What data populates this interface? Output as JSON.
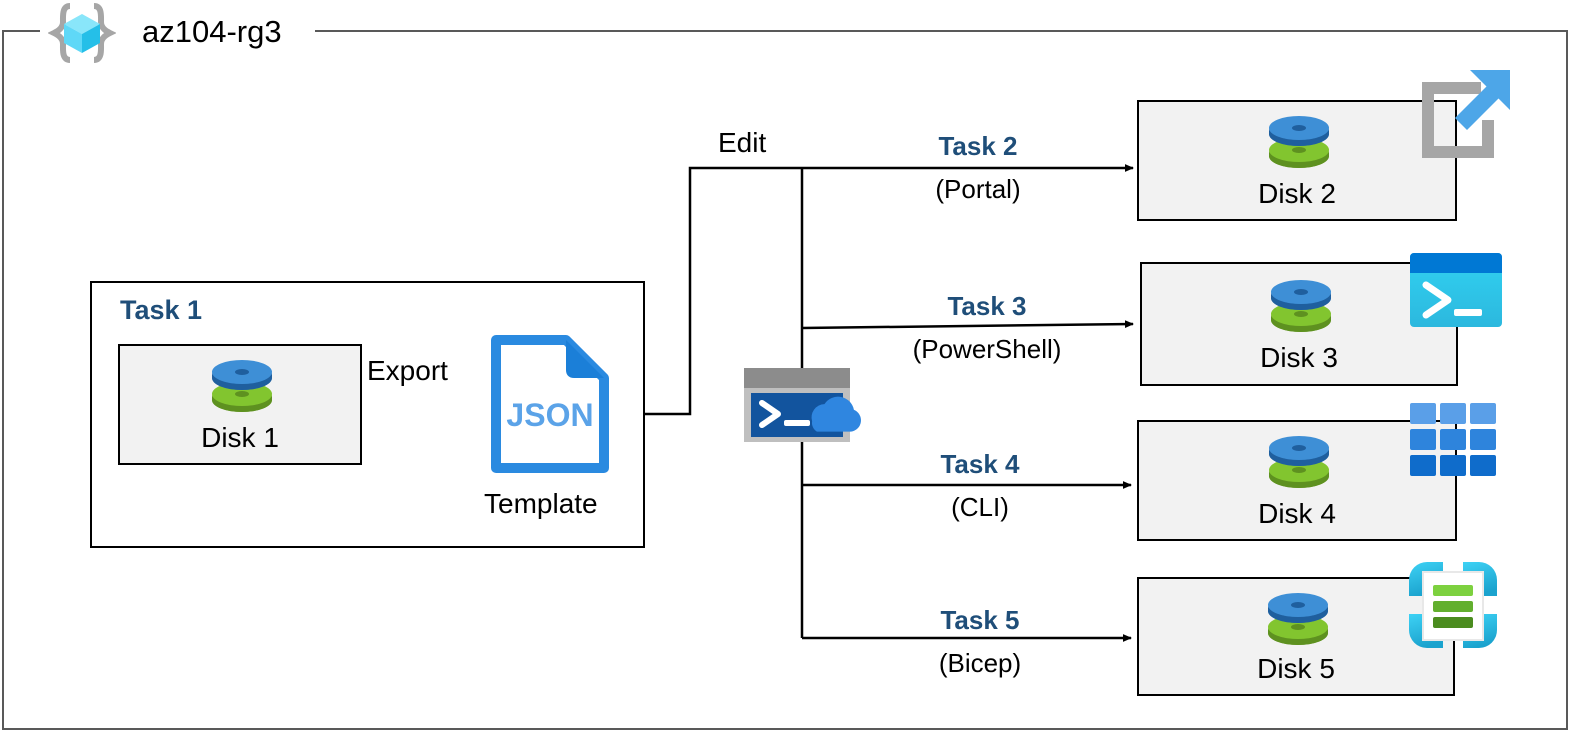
{
  "frame": {
    "title": "az104-rg3",
    "icon": "resource-group-cube-icon",
    "border_color": "#595959"
  },
  "colors": {
    "task_blue": "#1F4E79",
    "card_fill": "#F2F2F2",
    "card_border": "#000000",
    "disk_blue": "#3E8FD6",
    "disk_green": "#7FBA27",
    "json_blue": "#2A8AE0",
    "cyan": "#32C8F0"
  },
  "task1": {
    "label": "Task 1",
    "disk": {
      "name": "Disk 1",
      "icon": "disk-icon"
    },
    "export_label": "Export",
    "template": {
      "file_type": "JSON",
      "caption": "Template",
      "icon": "json-file-icon"
    }
  },
  "edit": {
    "label": "Edit",
    "shell_icon": "cloud-shell-icon"
  },
  "branches": [
    {
      "task": "Task 2",
      "tool": "(Portal)",
      "disk": "Disk 2",
      "icon": "portal-external-link-icon",
      "icon_color": "#4DA6E8"
    },
    {
      "task": "Task 3",
      "tool": "(PowerShell)",
      "disk": "Disk 3",
      "icon": "powershell-terminal-icon",
      "icon_color": "#32C8F0"
    },
    {
      "task": "Task 4",
      "tool": "(CLI)",
      "disk": "Disk 4",
      "icon": "cli-grid-icon",
      "icon_color": "#3E8FD6"
    },
    {
      "task": "Task 5",
      "tool": "(Bicep)",
      "disk": "Disk 5",
      "icon": "bicep-document-icon",
      "icon_color": "#32C8F0"
    }
  ]
}
